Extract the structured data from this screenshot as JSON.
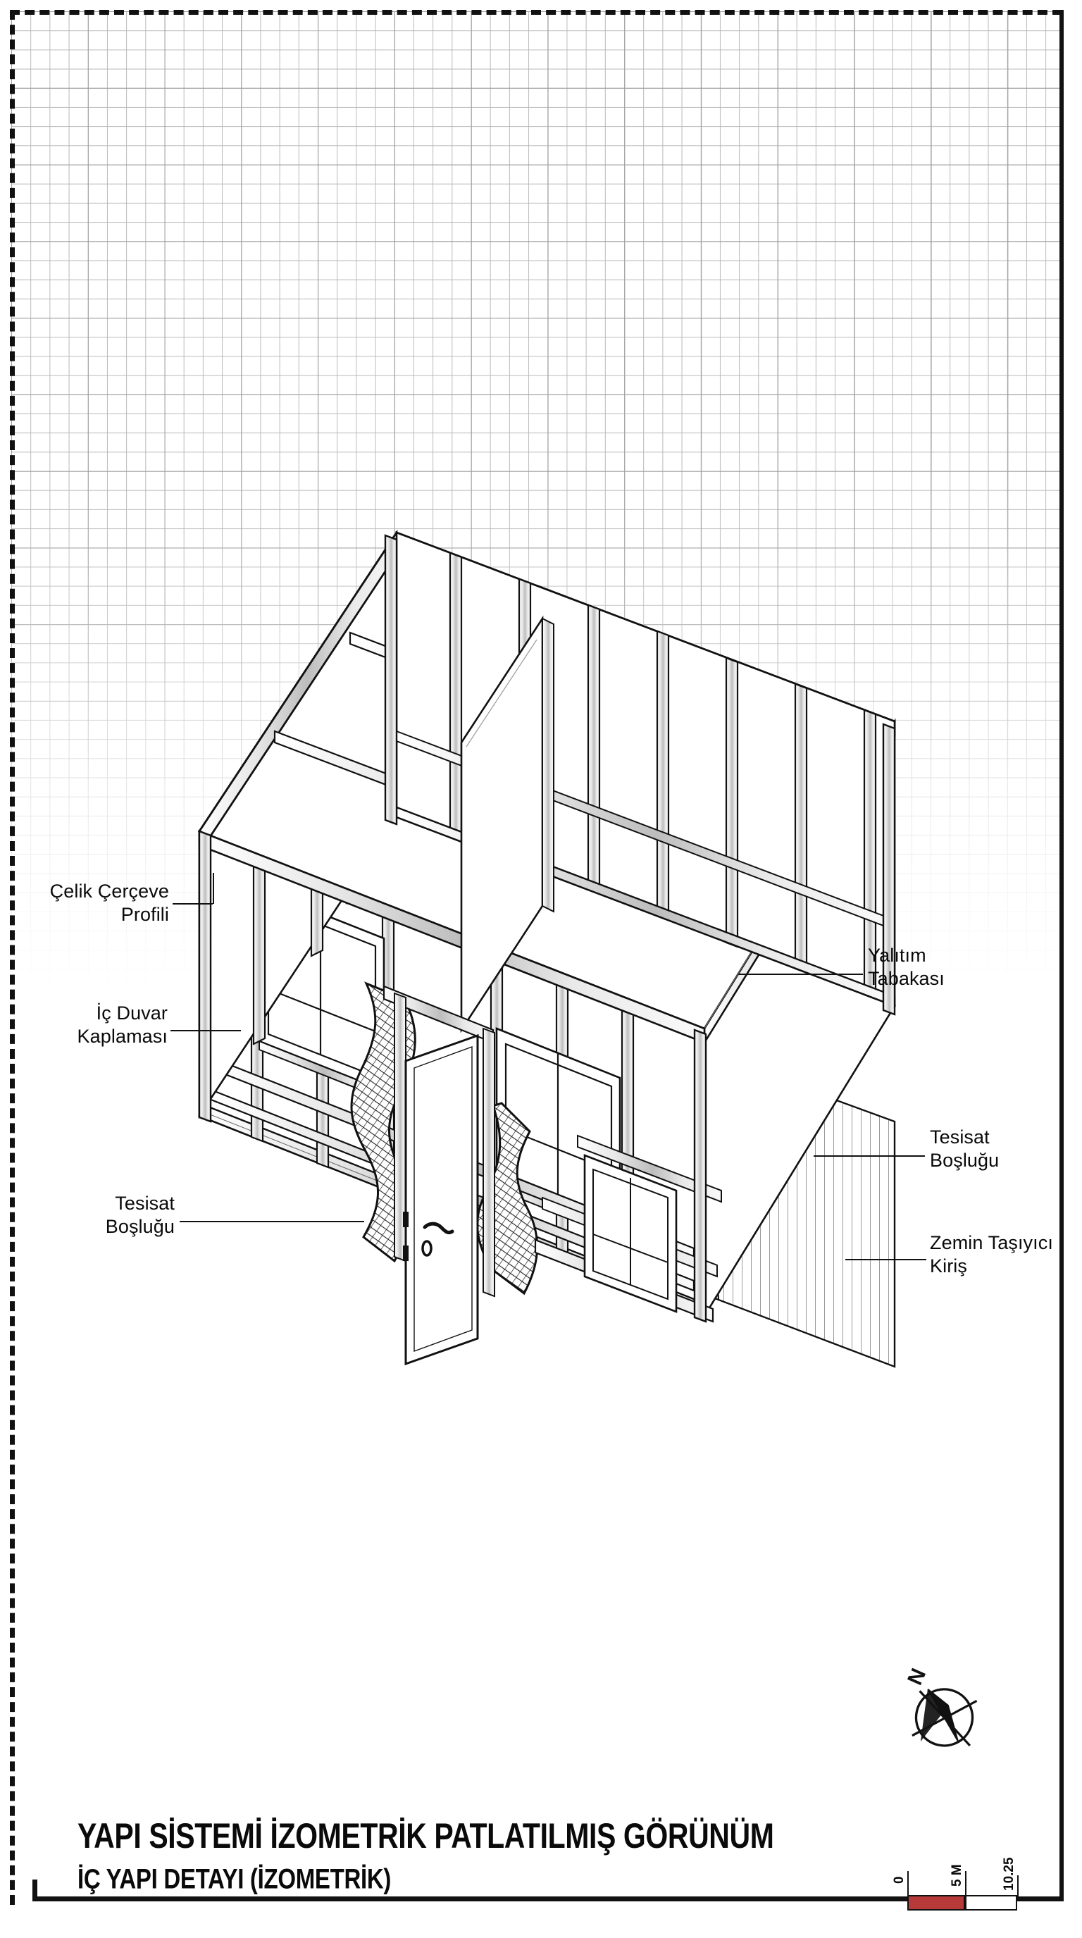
{
  "sheet": {
    "background_color": "#ffffff",
    "frame_color": "#111111",
    "grid_color": "#b9b9b9"
  },
  "annotations": [
    {
      "id": "celik-cerceve-profili",
      "line1": "Çelik Çerçeve",
      "line2": "Profili",
      "text": "Çelik Çerçeve\nProfili",
      "side": "left"
    },
    {
      "id": "ic-duvar-kaplamasi",
      "line1": "İç Duvar",
      "line2": "Kaplaması",
      "text": "İç Duvar\nKaplaması",
      "side": "left"
    },
    {
      "id": "tesisat-boslugu-left",
      "line1": "Tesisat",
      "line2": "Boşluğu",
      "text": "Tesisat\nBoşluğu",
      "side": "left"
    },
    {
      "id": "yalitim-tabakasi",
      "line1": "Yalıtım",
      "line2": "Tabakası",
      "text": "Yalıtım\nTabakası",
      "side": "right"
    },
    {
      "id": "tesisat-boslugu-right",
      "line1": "Tesisat",
      "line2": "Boşluğu",
      "text": "Tesisat\nBoşluğu",
      "side": "right"
    },
    {
      "id": "zemin-tasiyici-kiris",
      "line1": "Zemin Taşıyıcı",
      "line2": "Kiriş",
      "text": "Zemin Taşıyıcı\nKiriş",
      "side": "right"
    }
  ],
  "title_block": {
    "main_title": "YAPI SİSTEMİ İZOMETRİK PATLATILMIŞ GÖRÜNÜM",
    "sub_title": "İÇ YAPI DETAYI (İZOMETRİK)"
  },
  "scale_bar": {
    "start_label": "0",
    "mid_label": "5 M",
    "end_label": "10.25",
    "filled_color": "#b73a3a",
    "empty_color": "#ffffff",
    "outline_color": "#111111"
  },
  "north_arrow": {
    "label": "N",
    "needle_color": "#111111",
    "circle_color": "#111111"
  },
  "drawing": {
    "type": "isometric-exploded-building-frame",
    "description": "Steel stud framed room shell shown in isometric exploded view with door, two windows, insulation hatch panels, floor joists and interior wall cladding.",
    "stroke_color": "#111111",
    "fill_light": "#f3f3f3",
    "fill_mid": "#d8d8d8"
  }
}
